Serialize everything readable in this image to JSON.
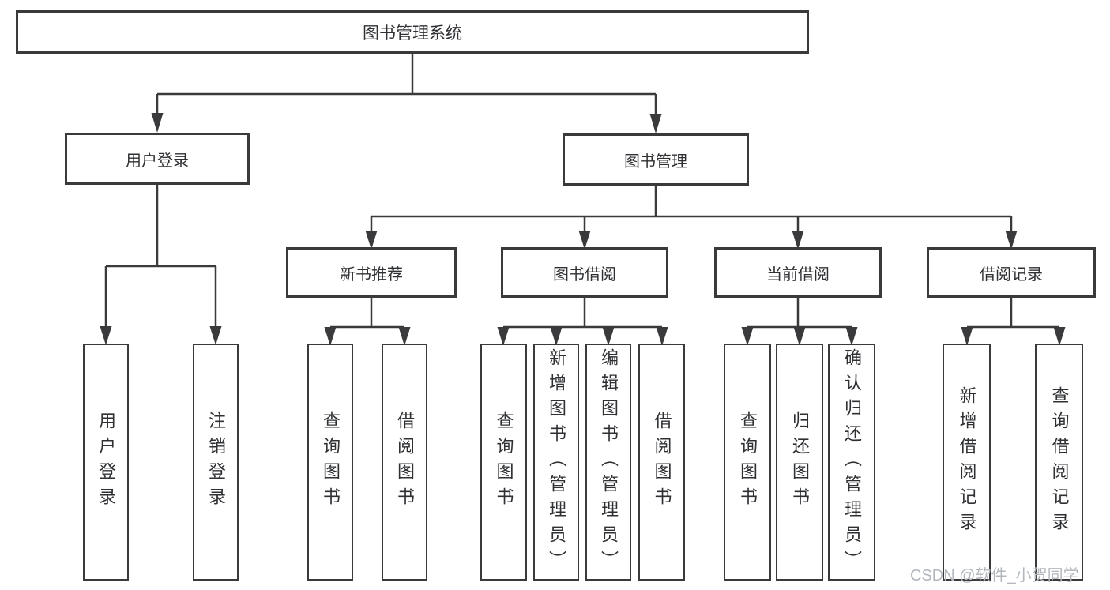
{
  "tree": {
    "label": "图书管理系统",
    "children": [
      {
        "label": "用户登录",
        "children": [
          {
            "label": "用户登录"
          },
          {
            "label": "注销登录"
          }
        ]
      },
      {
        "label": "图书管理",
        "children": [
          {
            "label": "新书推荐",
            "children": [
              {
                "label": "查询图书"
              },
              {
                "label": "借阅图书"
              }
            ]
          },
          {
            "label": "图书借阅",
            "children": [
              {
                "label": "查询图书"
              },
              {
                "label": "新增图书（管理员）"
              },
              {
                "label": "编辑图书（管理员）"
              },
              {
                "label": "借阅图书"
              }
            ]
          },
          {
            "label": "当前借阅",
            "children": [
              {
                "label": "查询图书"
              },
              {
                "label": "归还图书"
              },
              {
                "label": "确认归还（管理员）"
              }
            ]
          },
          {
            "label": "借阅记录",
            "children": [
              {
                "label": "新增借阅记录"
              },
              {
                "label": "查询借阅记录"
              }
            ]
          }
        ]
      }
    ]
  },
  "watermark": "CSDN @软件_小贺同学",
  "colors": {
    "line": "#3a3a3c",
    "node_text": "#2e3033",
    "watermark_text": "#b3b7bd",
    "background": "#ffffff"
  }
}
